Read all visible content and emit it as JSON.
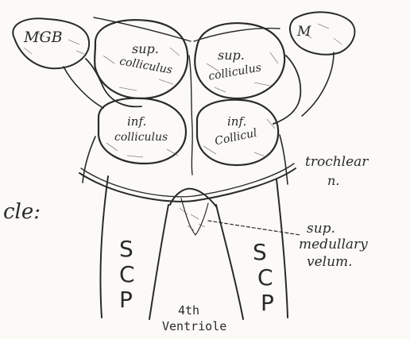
{
  "labels": {
    "mgb": "MGB",
    "m": "M",
    "sup_colliculus_left": [
      "sup.",
      "colliculus"
    ],
    "sup_colliculus_right": [
      "sup.",
      "colliculus"
    ],
    "inf_colliculus_left": [
      "inf.",
      "colliculus"
    ],
    "inf_colliculus_right": [
      "inf.",
      "Collicul"
    ],
    "trochlear": [
      "trochlear",
      "n."
    ],
    "cle": "cle:",
    "scp_left": [
      "S",
      "C",
      "P"
    ],
    "scp_right": [
      "S",
      "C",
      "P"
    ],
    "sup_medullary_velum": [
      "sup.",
      "medullary",
      "velum."
    ],
    "fourth_ventricle": [
      "4th",
      "Ventriole"
    ]
  },
  "colors": {
    "ink": "#2a2a2a",
    "paper": "#fbfaf7"
  }
}
